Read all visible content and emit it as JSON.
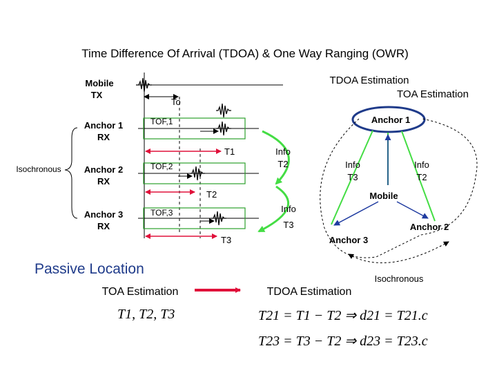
{
  "title": "Time Difference Of Arrival (TDOA) & One Way Ranging (OWR)",
  "left_labels": {
    "mobile_tx": [
      "Mobile",
      "TX"
    ],
    "anchor1_rx": [
      "Anchor 1",
      "RX"
    ],
    "anchor2_rx": [
      "Anchor 2",
      "RX"
    ],
    "anchor3_rx": [
      "Anchor 3",
      "RX"
    ],
    "isochronous": "Isochronous"
  },
  "timing": {
    "t0": "To",
    "tof1": "TOF,1",
    "tof2": "TOF,2",
    "tof3": "TOF,3",
    "t1": "T1",
    "t2": "T2",
    "t3": "T3"
  },
  "middle": {
    "info_t2": [
      "Info",
      "T2"
    ],
    "info_t3": [
      "Info",
      "T3"
    ]
  },
  "top_right": {
    "tdoa_estimation": "TDOA Estimation",
    "toa_estimation": "TOA Estimation"
  },
  "network": {
    "anchor1": "Anchor 1",
    "anchor2": "Anchor 2",
    "anchor3": "Anchor 3",
    "mobile": "Mobile",
    "info_t3": [
      "Info",
      "T3"
    ],
    "info_t2": [
      "Info",
      "T2"
    ],
    "isochronous": "Isochronous"
  },
  "bottom": {
    "passive_location": "Passive Location",
    "toa_estimation": "TOA Estimation",
    "tdoa_estimation": "TDOA Estimation",
    "toa_formula": "T1, T2, T3",
    "tdoa_formula_1": "T21 = T1 − T2 ⇒ d21 = T21.c",
    "tdoa_formula_2": "T23 = T3 − T2 ⇒ d23 = T23.c"
  },
  "colors": {
    "green_box": "#2ca02c",
    "arrow_red": "#e0103a",
    "anchor_node": "#1f3b8a",
    "blue_arrow": "#1f3ba0",
    "green_line": "#44dd44"
  }
}
